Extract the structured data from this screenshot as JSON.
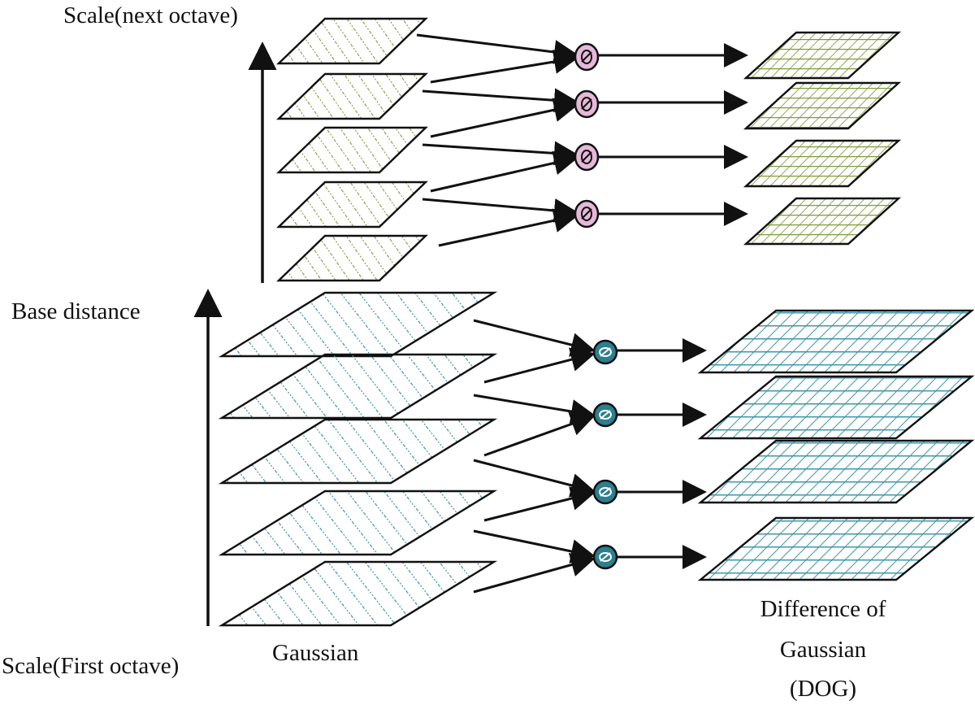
{
  "labels": {
    "scale_next_octave": "Scale(next octave)",
    "base_distance": "Base distance",
    "scale_first_octave": "Scale(First octave)",
    "gaussian": "Gaussian",
    "dog_line1": "Difference of",
    "dog_line2": "Gaussian",
    "dog_line3": "(DOG)"
  },
  "colors": {
    "next_octave_hatch": "#7f9a3c",
    "next_octave_operator": "#e5b8d8",
    "first_octave_hatch": "#3a95a6",
    "first_octave_operator": "#2b7f8f",
    "stroke": "#111111"
  },
  "icons": {
    "operator": "subtract-circle-icon",
    "axis_arrow": "arrow-up-icon"
  }
}
